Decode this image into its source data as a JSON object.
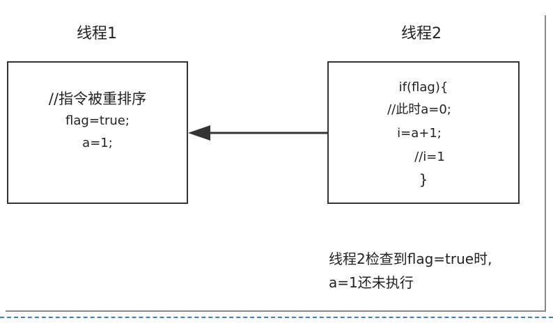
{
  "thread1": {
    "title": "线程1",
    "lines": [
      "//指令被重排序",
      "flag=true;",
      "a=1;"
    ]
  },
  "thread2": {
    "title": "线程2",
    "lines": [
      "if(flag){",
      "//此时a=0;",
      "i=a+1;",
      "//i=1",
      "}"
    ]
  },
  "note": {
    "line1": "线程2检查到flag=true时,",
    "line2": "a=1还未执行"
  },
  "colors": {
    "border": "#333333",
    "arrow": "#333333",
    "dashed_rule": "#3c78d8"
  }
}
